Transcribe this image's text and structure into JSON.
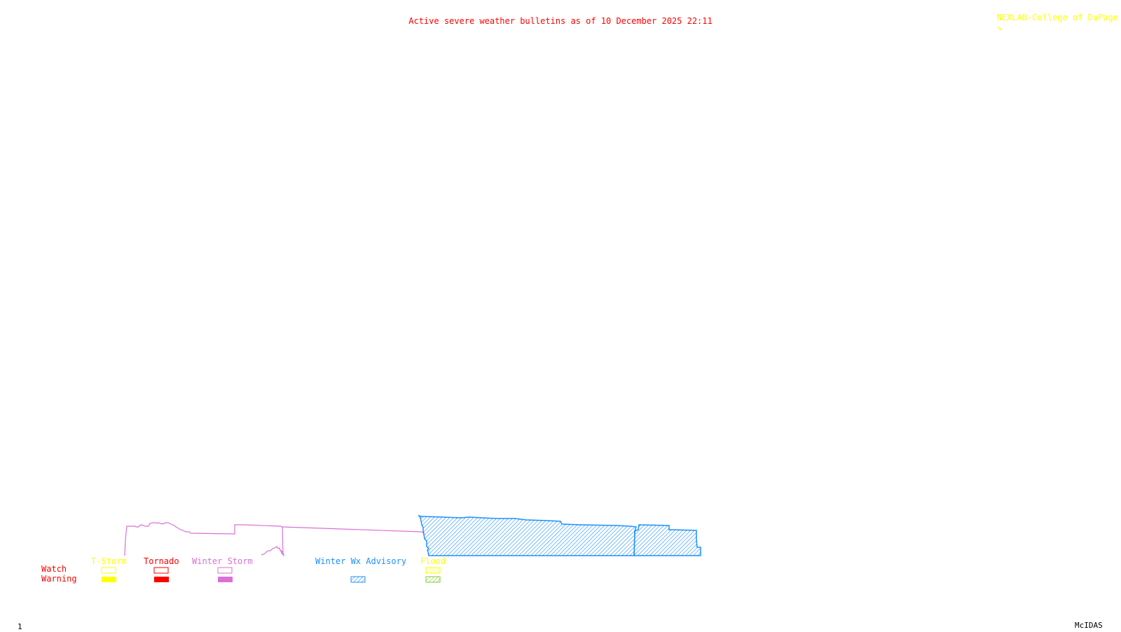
{
  "header": {
    "title": "Active severe weather bulletins as of 10 December 2025 22:11",
    "credit": "NEXLAB-College of DuPage",
    "credit_icon": "arrow-corner-icon"
  },
  "footer": {
    "frame_number": "1",
    "software": "McIDAS"
  },
  "legend": {
    "rows": [
      "Watch",
      "Warning"
    ],
    "categories": [
      {
        "key": "tstorm",
        "label": "T-Storm",
        "color": "#ffff00",
        "watch": "outline",
        "warning": "solid"
      },
      {
        "key": "tornado",
        "label": "Tornado",
        "color": "#ff0000",
        "watch": "outline",
        "warning": "solid"
      },
      {
        "key": "winter-storm",
        "label": "Winter Storm",
        "color": "#da70d6",
        "watch": "outline",
        "warning": "solid"
      },
      {
        "key": "winter-wx-advisory",
        "label": "Winter Wx Advisory",
        "color": "#1e90ff",
        "watch": "none",
        "warning": "hatched"
      },
      {
        "key": "flood",
        "label": "Flood",
        "color": "#ffff00",
        "watch": "hatched",
        "warning": "hatched",
        "warning_color": "#7ccd2e"
      }
    ]
  },
  "map_features": [
    {
      "type": "Winter Storm Warning",
      "style": "outline",
      "color": "#da70d6"
    },
    {
      "type": "Winter Wx Advisory",
      "style": "hatched",
      "color": "#1e90ff"
    }
  ]
}
